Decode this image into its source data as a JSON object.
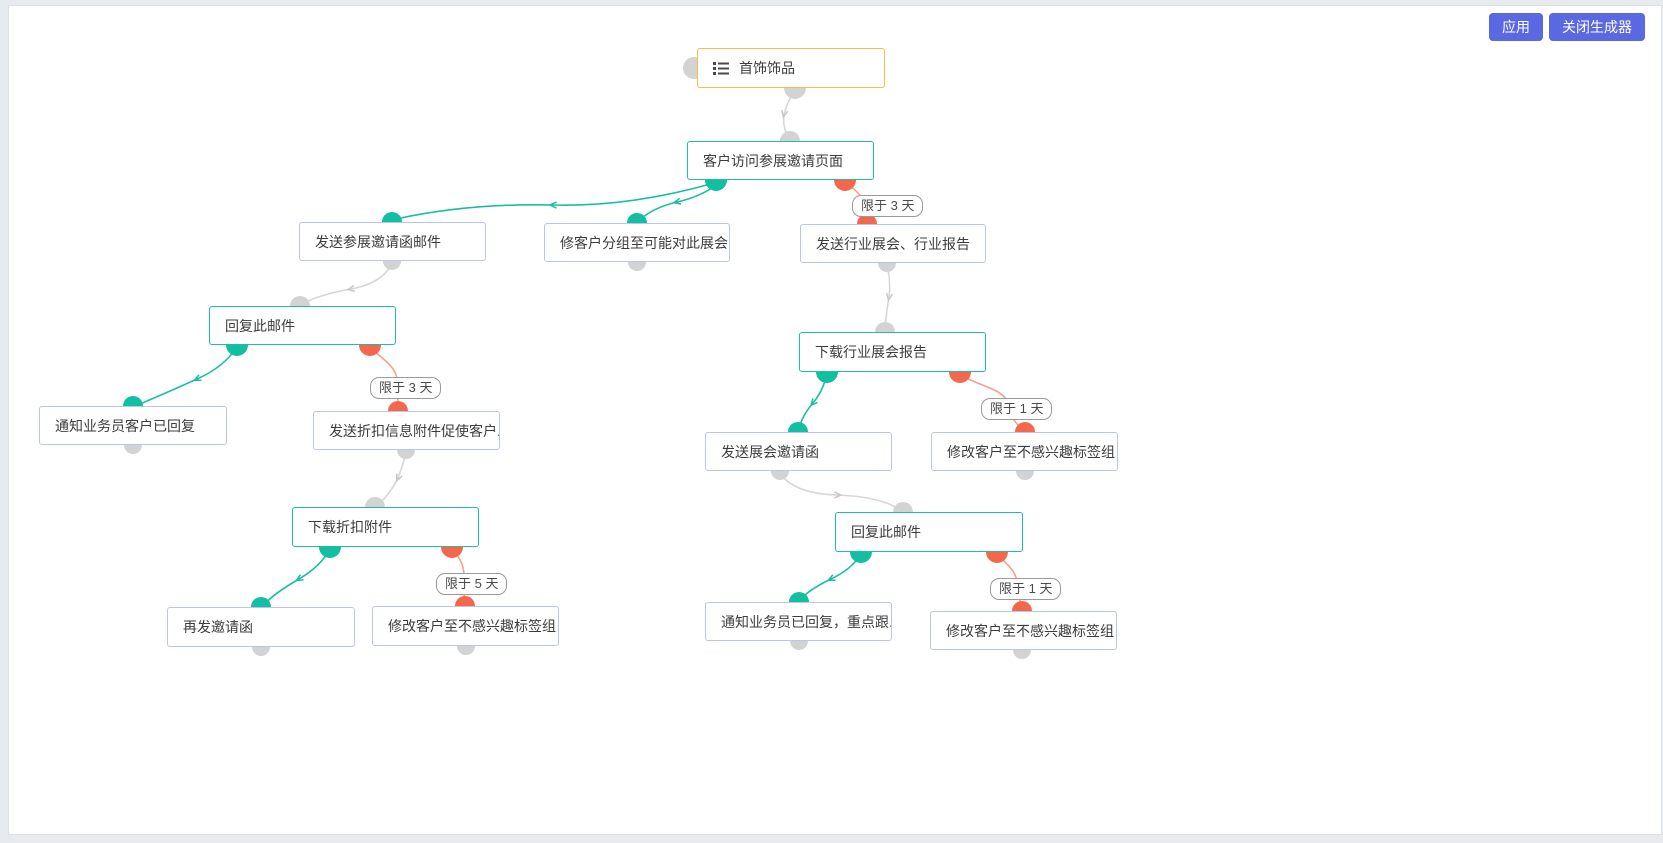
{
  "toolbar": {
    "apply_label": "应用",
    "close_label": "关闭生成器"
  },
  "colors": {
    "accent_teal": "#12bfa0",
    "accent_red": "#f4674d",
    "root_border_orange": "#f6bc4e",
    "node_border_lavender": "#bcc3f1",
    "edge_gray": "#d6d6d6",
    "button_blue": "#5a68e2"
  },
  "nodes": [
    {
      "label": "首饰饰品",
      "kind": "trigger-root",
      "icon": "list-icon"
    },
    {
      "label": "客户访问参展邀请页面",
      "kind": "event"
    },
    {
      "label": "发送参展邀请函邮件",
      "kind": "action"
    },
    {
      "label": "修客户分组至可能对此展会...",
      "kind": "action"
    },
    {
      "label": "发送行业展会、行业报告",
      "kind": "action"
    },
    {
      "label": "回复此邮件",
      "kind": "event"
    },
    {
      "label": "通知业务员客户已回复",
      "kind": "action"
    },
    {
      "label": "发送折扣信息附件促使客户...",
      "kind": "action"
    },
    {
      "label": "下载折扣附件",
      "kind": "event"
    },
    {
      "label": "再发邀请函",
      "kind": "action"
    },
    {
      "label": "修改客户至不感兴趣标签组",
      "kind": "action"
    },
    {
      "label": "下载行业展会报告",
      "kind": "event"
    },
    {
      "label": "发送展会邀请函",
      "kind": "action"
    },
    {
      "label": "修改客户至不感兴趣标签组",
      "kind": "action"
    },
    {
      "label": "回复此邮件",
      "kind": "event"
    },
    {
      "label": "通知业务员已回复，重点跟...",
      "kind": "action"
    },
    {
      "label": "修改客户至不感兴趣标签组",
      "kind": "action"
    }
  ],
  "edge_labels": [
    {
      "text": "限于 3 天"
    },
    {
      "text": "限于 3 天"
    },
    {
      "text": "限于 5 天"
    },
    {
      "text": "限于 1 天"
    },
    {
      "text": "限于 1 天"
    }
  ]
}
